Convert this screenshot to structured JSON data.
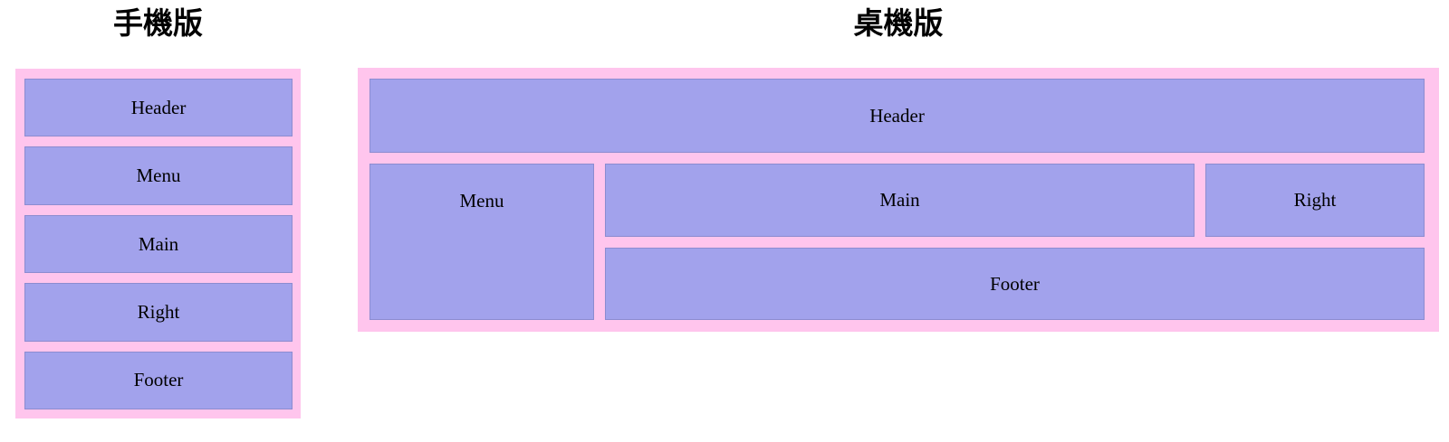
{
  "colors": {
    "page_background": "#ffffff",
    "container_pink": "#ffc5ed",
    "item_purple": "#a2a2ec",
    "item_border": "#8c8cd0",
    "text": "#000000"
  },
  "mobile": {
    "title": "手機版",
    "items": [
      {
        "label": "Header"
      },
      {
        "label": "Menu"
      },
      {
        "label": "Main"
      },
      {
        "label": "Right"
      },
      {
        "label": "Footer"
      }
    ]
  },
  "desktop": {
    "title": "桌機版",
    "header_label": "Header",
    "menu_label": "Menu",
    "main_label": "Main",
    "right_label": "Right",
    "footer_label": "Footer"
  }
}
